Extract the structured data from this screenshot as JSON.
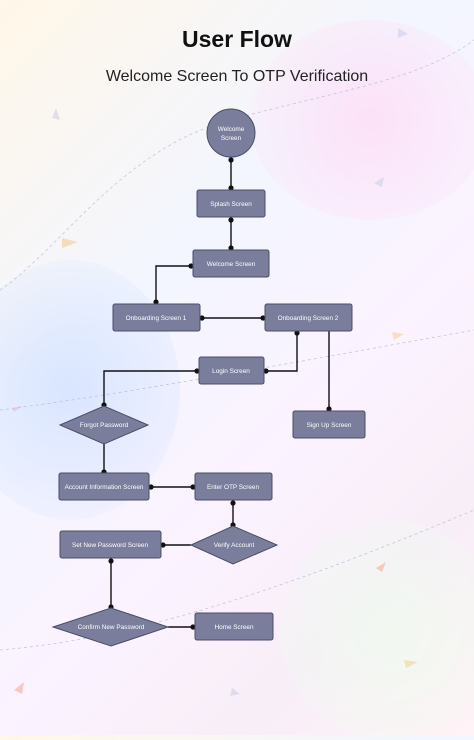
{
  "header": {
    "title": "User Flow",
    "subtitle": "Welcome Screen To OTP Verification"
  },
  "nodes": {
    "welcome_start": {
      "label_line1": "Welcome",
      "label_line2": "Screen"
    },
    "splash": {
      "label": "Splash Screen"
    },
    "welcome": {
      "label": "Welcome Screen"
    },
    "onboarding1": {
      "label": "Onboarding Screen 1"
    },
    "onboarding2": {
      "label": "Onboarding Screen 2"
    },
    "login": {
      "label": "Login Screen"
    },
    "forgot": {
      "label": "Forgot Password"
    },
    "signup": {
      "label": "Sign Up Screen"
    },
    "account_info": {
      "label": "Account Information Screen"
    },
    "enter_otp": {
      "label": "Enter OTP Screen"
    },
    "verify": {
      "label": "Verify Account"
    },
    "set_password": {
      "label": "Set New Password Screen"
    },
    "confirm_password": {
      "label": "Confirm New Password"
    },
    "home": {
      "label": "Home Screen"
    }
  },
  "colors": {
    "node_fill": "#7a7e9c",
    "node_stroke": "#4a4d66",
    "edge": "#111111",
    "label_text": "#ffffff"
  }
}
